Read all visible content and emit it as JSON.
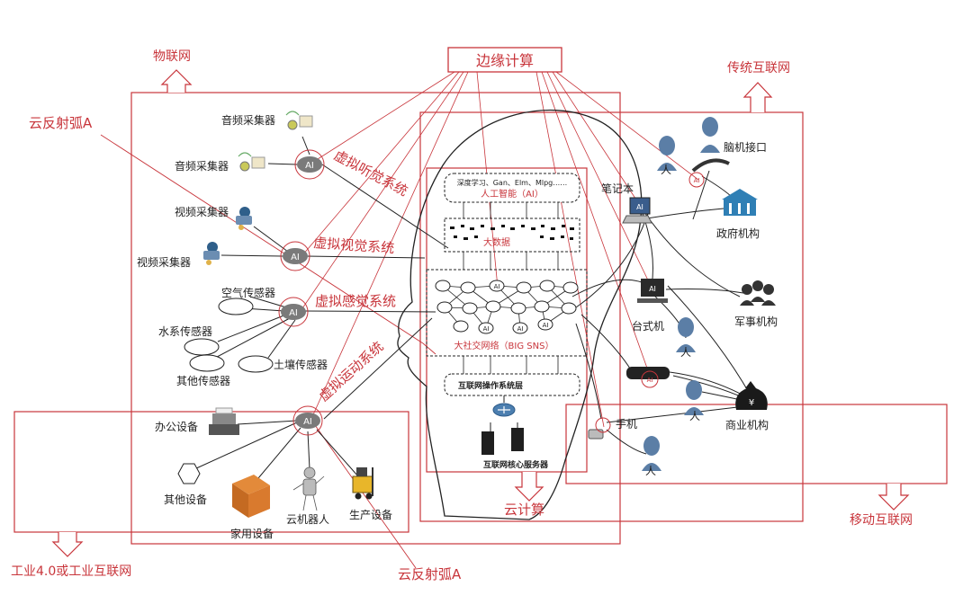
{
  "colors": {
    "accent": "#c8353b",
    "ink": "#222222",
    "ai_node": "#7a7a7a",
    "router": "#4c7fb0",
    "person": "#5b7ea6"
  },
  "labels": {
    "edge_computing": "边缘计算",
    "iot": "物联网",
    "traditional_internet": "传统互联网",
    "cloud_arc_a_left": "云反射弧A",
    "cloud_arc_a_bottom": "云反射弧A",
    "cloud_computing": "云计算",
    "mobile_internet": "移动互联网",
    "industry": "工业4.0或工业互联网"
  },
  "sensors": {
    "audio1": "音频采集器",
    "audio2": "音频采集器",
    "video1": "视频采集器",
    "video2": "视频采集器",
    "air": "空气传感器",
    "water": "水系传感器",
    "soil": "土壤传感器",
    "other": "其他传感器"
  },
  "devices": {
    "office": "办公设备",
    "other": "其他设备",
    "home": "家用设备",
    "robot": "云机器人",
    "production": "生产设备"
  },
  "systems": {
    "hearing": "虚拟听觉系统",
    "vision": "虚拟视觉系统",
    "sensing": "虚拟感觉系统",
    "motion": "虚拟运动系统"
  },
  "brain": {
    "ai_methods": "深度学习、Gan、Elm、Mlpg……",
    "ai_title": "人工智能（AI）",
    "big_data": "大数据",
    "big_sns": "大社交网络（BIG SNS）",
    "os_layer": "互联网操作系统层",
    "core_server": "互联网核心服务器"
  },
  "right": {
    "person": "人",
    "bci": "脑机接口",
    "laptop": "笔记本",
    "government": "政府机构",
    "desktop": "台式机",
    "military": "军事机构",
    "phone": "手机",
    "business": "商业机构"
  },
  "ai_tag": "AI"
}
